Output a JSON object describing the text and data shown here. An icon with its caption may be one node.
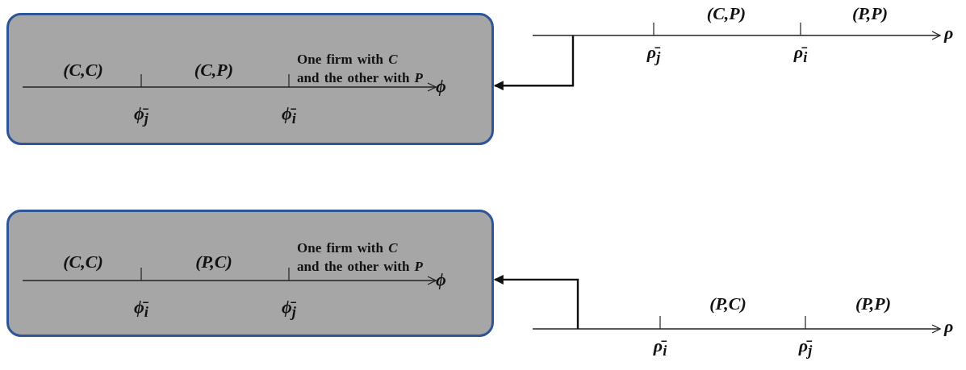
{
  "diagram": {
    "nodes": [
      {
        "text": [
          "One firm with *C* and the other with *P*",
          "(C,C)",
          "(C,P)",
          "ϕ̄$_{j}$",
          "ϕ̄$_{i}$",
          "ϕ"
        ]
      },
      {
        "text": [
          "One firm with *C* and the other with *P*",
          "(C,C)",
          "(P,C)",
          "ϕ̄$_{i}$",
          "ϕ̄$_{j}$",
          "ϕ"
        ]
      }
    ],
    "edges": [
      {
        "from": null,
        "to": 0,
        "arrow": "to"
      },
      {
        "from": null,
        "to": 1,
        "arrow": "to"
      }
    ],
    "labels": [
      "(C,P)",
      "(P,P)",
      "ρ̄$_{j}$",
      "ρ̄$_{i}$",
      "ρ",
      "(P,C)",
      "(P,P)",
      "ρ̄$_{i}$",
      "ρ̄$_{j}$",
      "ρ"
    ]
  }
}
